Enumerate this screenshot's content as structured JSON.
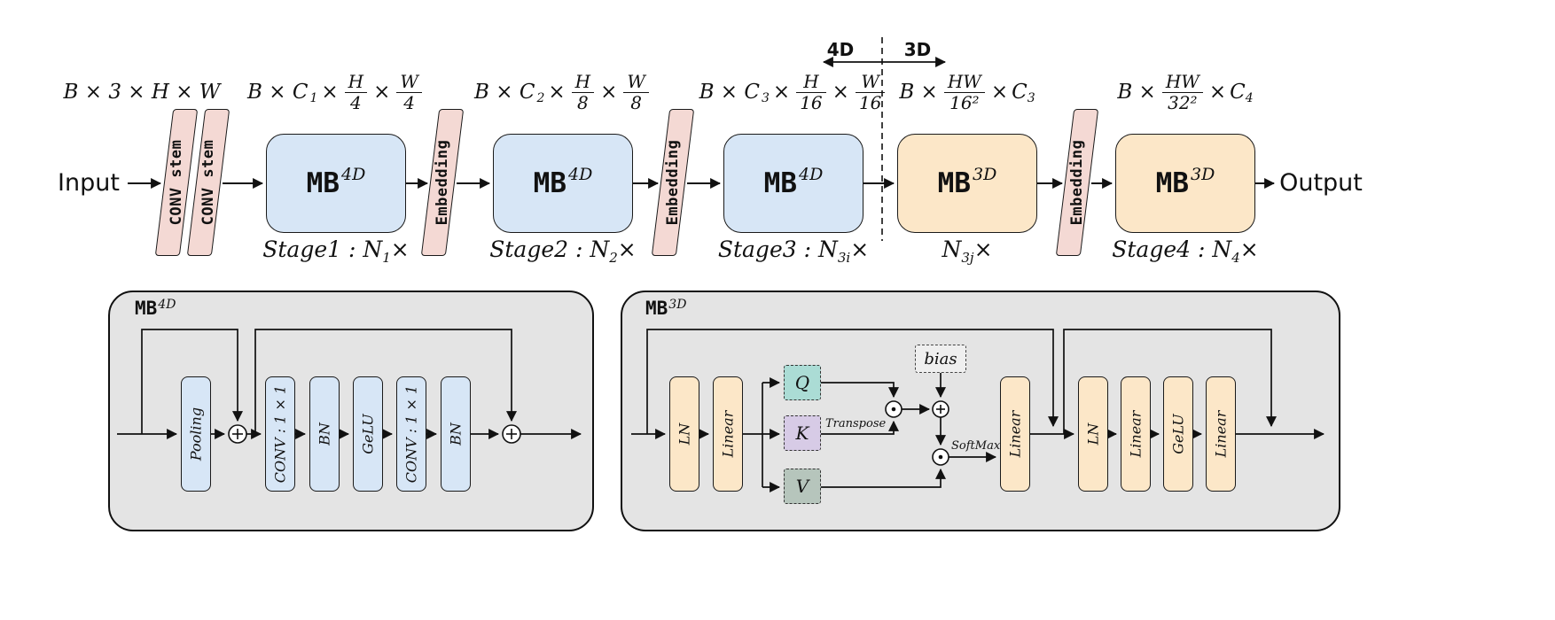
{
  "pipeline": {
    "input": "Input",
    "output": "Output",
    "stems": [
      "CONV stem",
      "CONV stem"
    ],
    "embeddings": [
      "Embedding",
      "Embedding",
      "Embedding"
    ],
    "blocks": [
      {
        "base": "MB",
        "sup": "4D"
      },
      {
        "base": "MB",
        "sup": "4D"
      },
      {
        "base": "MB",
        "sup": "4D"
      },
      {
        "base": "MB",
        "sup": "3D"
      },
      {
        "base": "MB",
        "sup": "3D"
      }
    ],
    "stages": [
      {
        "pre": "Stage1 : N",
        "sub": "1",
        "post": "×"
      },
      {
        "pre": "Stage2 : N",
        "sub": "2",
        "post": "×"
      },
      {
        "pre": "Stage3 : N",
        "sub": "3i",
        "post": "×"
      },
      {
        "pre": "N",
        "sub": "3j",
        "post": "×"
      },
      {
        "pre": "Stage4 : N",
        "sub": "4",
        "post": "×"
      }
    ],
    "dims": [
      {
        "text": "B × 3 × H × W"
      },
      {
        "pre": "B × C",
        "sub": "1",
        "x1": "×",
        "f1n": "H",
        "f1d": "4",
        "x2": "×",
        "f2n": "W",
        "f2d": "4"
      },
      {
        "pre": "B × C",
        "sub": "2",
        "x1": "×",
        "f1n": "H",
        "f1d": "8",
        "x2": "×",
        "f2n": "W",
        "f2d": "8"
      },
      {
        "pre": "B × C",
        "sub": "3",
        "x1": "×",
        "f1n": "H",
        "f1d": "16",
        "x2": "×",
        "f2n": "W",
        "f2d": "16"
      },
      {
        "pre": "B ×",
        "f1n": "HW",
        "f1d": "16²",
        "x1": "×",
        "post": "C",
        "sub": "3"
      },
      {
        "pre": "B ×",
        "f1n": "HW",
        "f1d": "32²",
        "x1": "×",
        "post": "C",
        "sub": "4"
      }
    ],
    "divider": {
      "left": "4D",
      "right": "3D"
    }
  },
  "mb4d": {
    "title": {
      "base": "MB",
      "sup": "4D"
    },
    "blocks": [
      "Pooling",
      "CONV : 1 × 1",
      "BN",
      "GeLU",
      "CONV : 1 × 1",
      "BN"
    ]
  },
  "mb3d": {
    "title": {
      "base": "MB",
      "sup": "3D"
    },
    "ln1": "LN",
    "linear1": "Linear",
    "q": "Q",
    "k": "K",
    "v": "V",
    "bias": "bias",
    "transpose": "Transpose",
    "softmax": "SoftMax",
    "linear2": "Linear",
    "ln2": "LN",
    "linear3": "Linear",
    "gelu": "GeLU",
    "linear4": "Linear"
  },
  "colors": {
    "block_blue": "#d7e6f6",
    "block_orange": "#fce7c8",
    "stem_pink": "#f4d9d4",
    "panel_gray": "#e4e4e4",
    "q_teal": "#abdcd5",
    "k_lavender": "#d7cbe6",
    "v_sage": "#b6c5bc",
    "line_black": "#111111"
  }
}
